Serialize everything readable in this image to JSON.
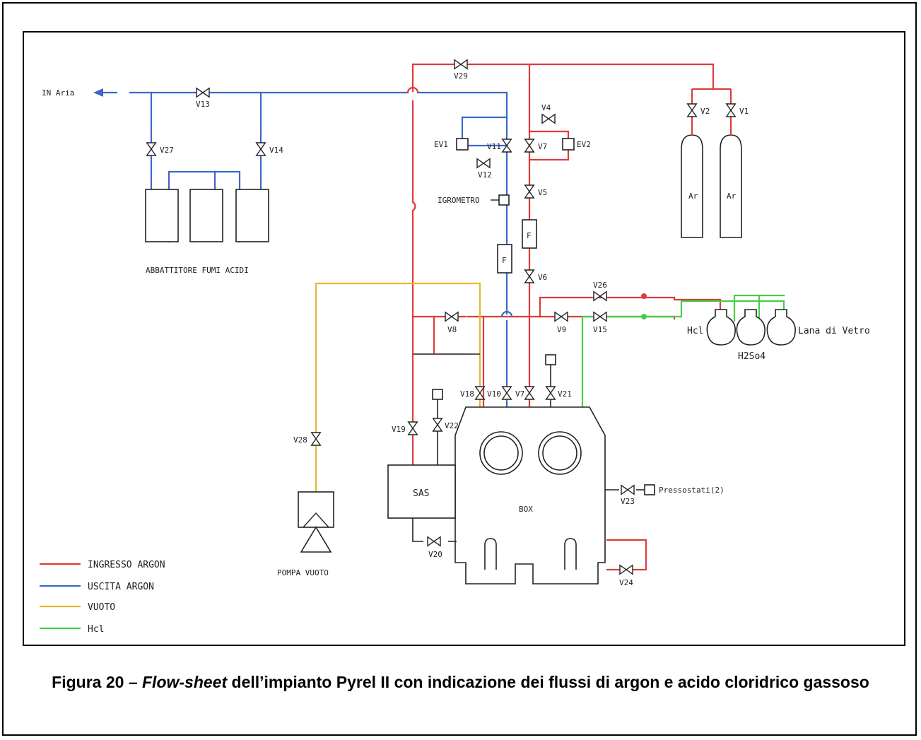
{
  "caption": {
    "prefix": "Figura 20 – ",
    "emph": "Flow-sheet",
    "rest": " dell’impianto Pyrel II con indicazione dei flussi di argon e acido cloridrico gassoso"
  },
  "colors": {
    "ingresso_argon": "#e03a3a",
    "uscita_argon": "#3a68c8",
    "vuoto": "#e6b830",
    "hcl": "#44d044"
  },
  "legend": [
    {
      "label": "INGRESSO ARGON",
      "color": "#e03a3a"
    },
    {
      "label": "USCITA ARGON",
      "color": "#3a68c8"
    },
    {
      "label": "VUOTO",
      "color": "#e6b830"
    },
    {
      "label": "Hcl",
      "color": "#44d044"
    }
  ],
  "labels": {
    "in_aria": "IN Aria",
    "abbattitore": "ABBATTITORE FUMI ACIDI",
    "igrometro": "IGROMETRO",
    "ar": "Ar",
    "hcl_bottle": "Hcl",
    "h2so4": "H2So4",
    "lana_vetro": "Lana di Vetro",
    "sas": "SAS",
    "box": "BOX",
    "pompa_vuoto": "POMPA VUOTO",
    "pressostati": "Pressostati(2)",
    "ev1": "EV1",
    "ev2": "EV2",
    "f": "F"
  },
  "valves": {
    "v1": "V1",
    "v2": "V2",
    "v4": "V4",
    "v5": "V5",
    "v6": "V6",
    "v7": "V7",
    "v7b": "V7",
    "v8": "V8",
    "v9": "V9",
    "v10": "V10",
    "v11": "V11",
    "v12": "V12",
    "v13": "V13",
    "v14": "V14",
    "v15": "V15",
    "v18": "V18",
    "v19": "V19",
    "v20": "V20",
    "v21": "V21",
    "v22": "V22",
    "v23": "V23",
    "v24": "V24",
    "v26": "V26",
    "v27": "V27",
    "v28": "V28",
    "v29": "V29"
  }
}
